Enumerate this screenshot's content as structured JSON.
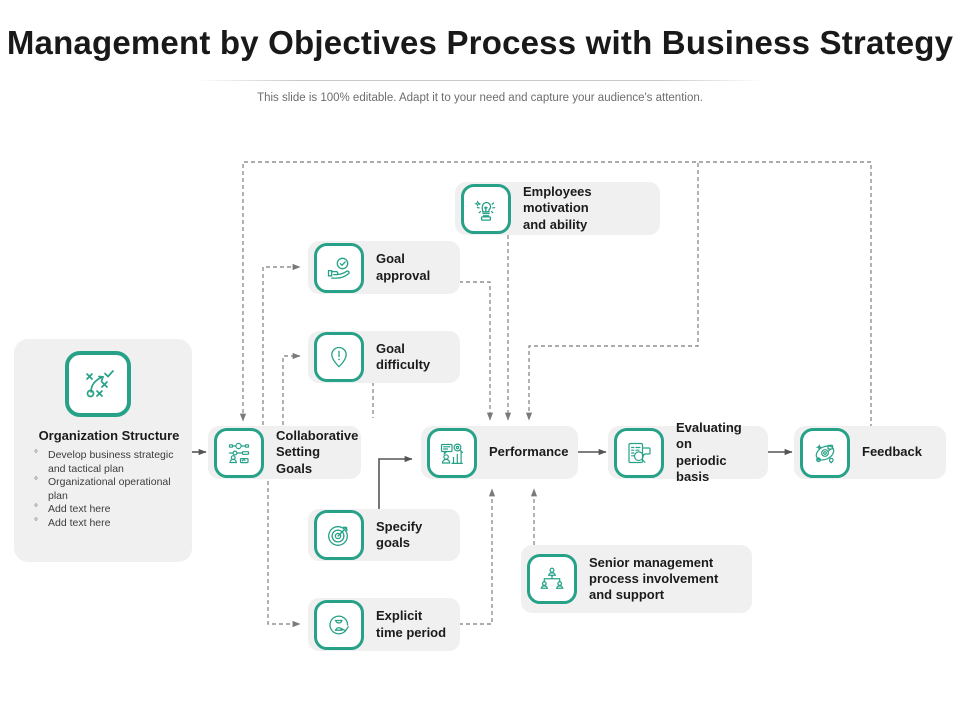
{
  "header": {
    "title": "Management by Objectives Process with Business Strategy",
    "subtitle": "This slide is 100% editable. Adapt it to your need and capture your audience's attention."
  },
  "theme": {
    "accent": "#27a188",
    "card_bg": "#f0f0f0",
    "text": "#1b1b1b",
    "connector": "#6e6e6e",
    "page_bg": "#ffffff"
  },
  "org_panel": {
    "icon": "strategy-tactics-icon",
    "title": "Organization Structure",
    "bullets": [
      "Develop business strategic and tactical plan",
      "Organizational operational plan",
      "Add text here",
      "Add text here"
    ]
  },
  "nodes": [
    {
      "id": "employees-motivation",
      "label": "Employees motivation\nand ability",
      "icon": "hand-lightbulb-icon"
    },
    {
      "id": "goal-approval",
      "label": "Goal approval",
      "icon": "hand-check-icon"
    },
    {
      "id": "goal-difficulty",
      "label": "Goal difficulty",
      "icon": "exclamation-pin-icon"
    },
    {
      "id": "collaborative-setting-goals",
      "label": "Collaborative\nSetting Goals",
      "icon": "collaboration-flow-icon"
    },
    {
      "id": "specify-goals",
      "label": "Specify goals",
      "icon": "target-dart-icon"
    },
    {
      "id": "explicit-time-period",
      "label": "Explicit\ntime period",
      "icon": "hourglass-refresh-icon"
    },
    {
      "id": "performance",
      "label": "Performance",
      "icon": "performance-chart-icon"
    },
    {
      "id": "evaluating-periodic",
      "label": "Evaluating on\nperiodic basis",
      "icon": "clipboard-review-icon"
    },
    {
      "id": "feedback",
      "label": "Feedback",
      "icon": "feedback-cycle-icon"
    },
    {
      "id": "senior-management",
      "label": "Senior management\nprocess involvement\nand support",
      "icon": "org-hierarchy-icon"
    }
  ]
}
